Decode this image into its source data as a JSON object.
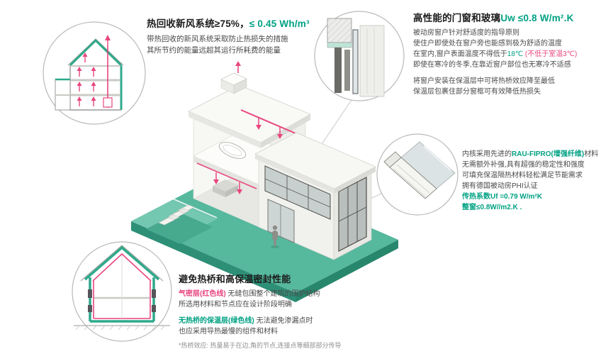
{
  "colors": {
    "accent_green": "#00a183",
    "accent_red": "#e8457f",
    "platform_teal": "#53b79c",
    "title_color": "#1c1c1c",
    "body_color": "#4a4a4a"
  },
  "ventilation": {
    "title_main": "热回收新风系统≥75%，",
    "title_value": "≤ 0.45 Wh/m³",
    "line1": "带热回收的新风系统采取防止热损失的措施",
    "line2": "其所节约的能量远超其运行所耗费的能量"
  },
  "windows": {
    "title_main": "高性能的门窗和玻璃",
    "title_value": "Uw ≤0.8 W/m².K",
    "line1": "被动房窗户针对舒适度的指导原则",
    "line2": "使住户即使处在窗户旁也能感到极为舒适的温度",
    "line3_a": "在室内,窗户表面温度不得低于",
    "line3_b": "18℃",
    "line3_c": " (不低于室温3℃)",
    "line4": "即使在寒冷的冬季,在靠近窗户部位也无寒冷不适感",
    "line5": "将窗户安装在保温层中可将热桥效应降至最低",
    "line6": "保温层包裹住部分窗框可有效降低热损失"
  },
  "profile": {
    "line1_a": "内核采用先进的",
    "line1_b": "RAU-FIPRO(增强纤维)",
    "line1_c": "材料",
    "line2": "无需额外补强,具有超强的稳定性和强度",
    "line3": "可填充保温隔热材料轻松满足节能需求",
    "line4": "拥有德国被动房PHI认证",
    "line5": "传热系数Uf =0.79 W/m²K",
    "line6": "整窗≤0.8W//m2.K ."
  },
  "thermal": {
    "title": "避免热桥和高保温密封性能",
    "airtight_label": "气密层(红色线)",
    "line1_rest": " 无缝包围整个建筑的围护结构",
    "line2": "所选用材料和节点应在设计阶段明确",
    "insulation_label": "无热桥的保温层(绿色线)",
    "line3_rest": " 无法避免渗漏点时",
    "line4": "也应采用导热最慢的组件和材料",
    "footnote": "*热桥效应: 热量易于在边,角的节点,连接点等细部部分传导"
  },
  "icons": {
    "ventilation_diagram": "house-cross-section-airflow-arrows",
    "window_section_diagram": "window-jamb-section",
    "window_profile_diagram": "window-frame-corner-profile",
    "thermal_diagram": "house-cross-section-thermal-envelope",
    "main_illustration": "passive-house-isometric-cutaway"
  }
}
